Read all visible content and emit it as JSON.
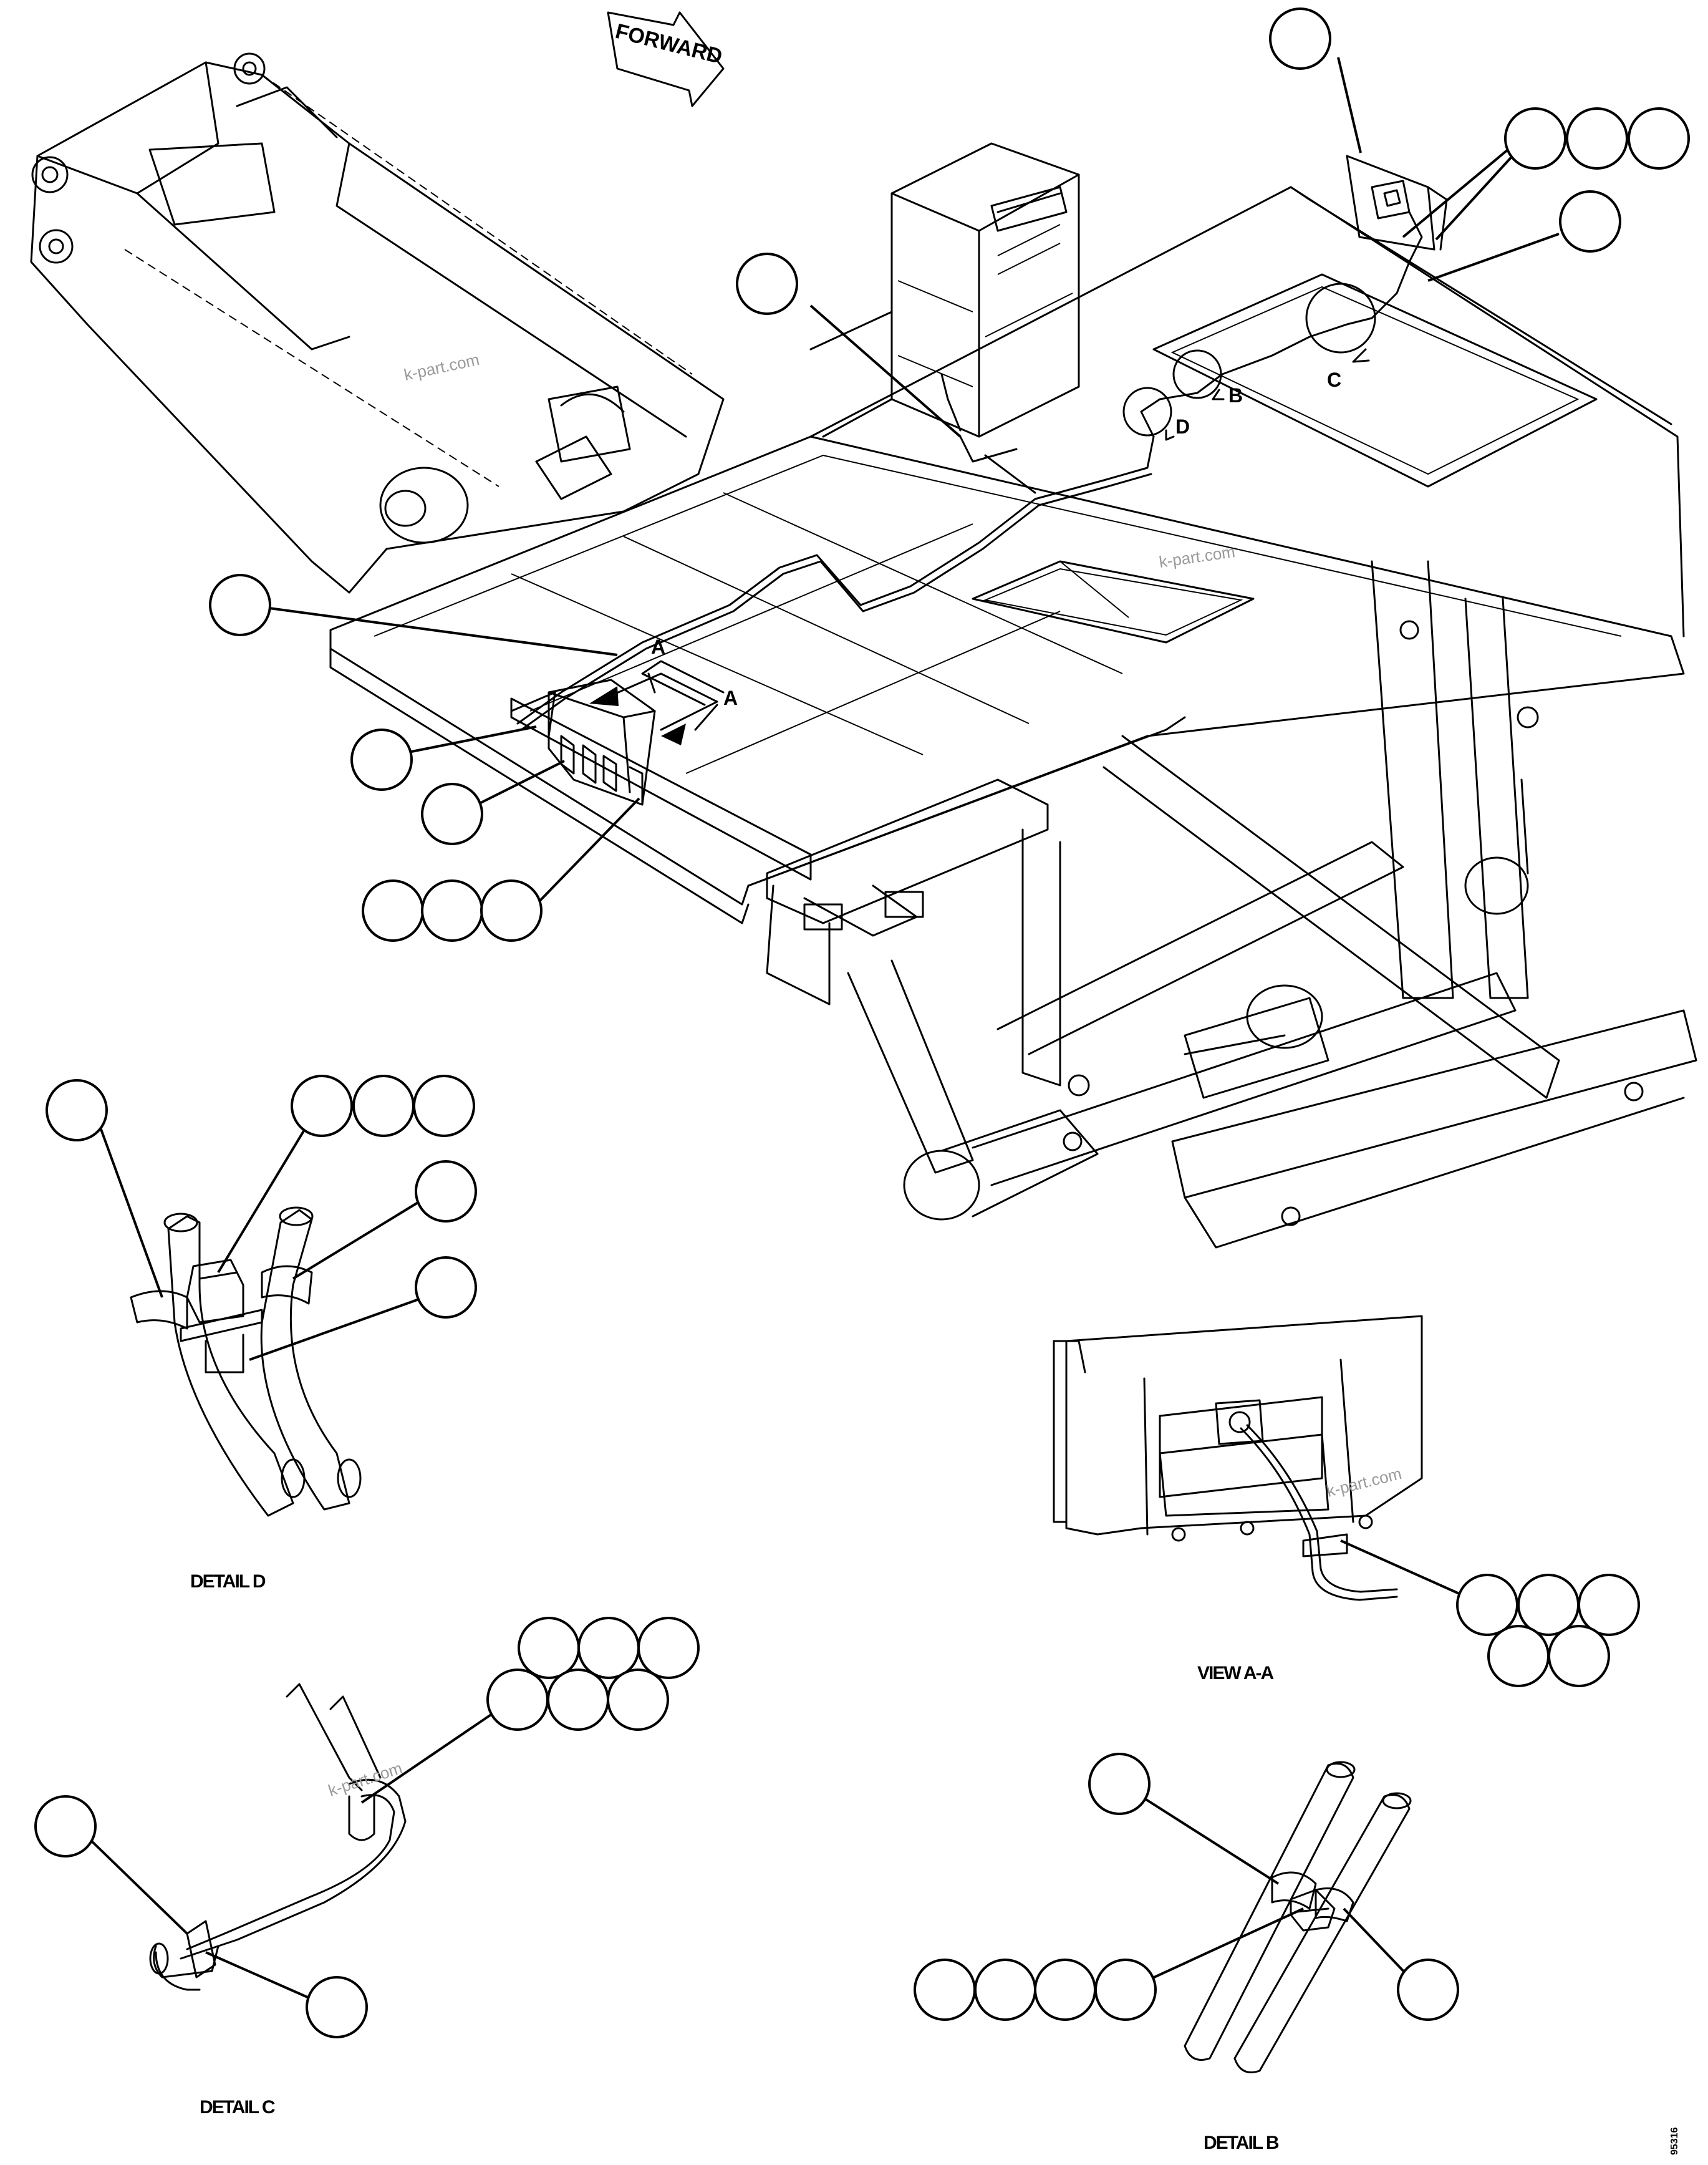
{
  "labels": {
    "forward": "FORWARD",
    "a_top": "A",
    "a_side": "A",
    "b": "B",
    "c": "C",
    "d": "D",
    "detail_d": "DETAIL D",
    "view_aa": "VIEW A-A",
    "detail_c": "DETAIL C",
    "detail_b": "DETAIL B",
    "drawing_no": "95316"
  },
  "watermarks": [
    "k-part.com",
    "k-part.com",
    "k-part.com",
    "k-part.com"
  ]
}
